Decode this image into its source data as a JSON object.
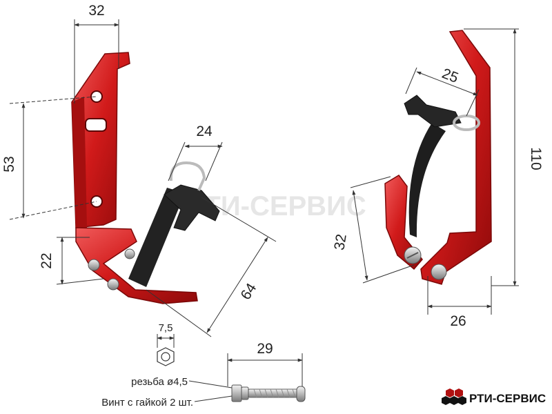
{
  "colors": {
    "part_red": "#d11a1a",
    "part_red_dark": "#8f0a0a",
    "part_red_light": "#f05a5a",
    "strap_black": "#222222",
    "metal": "#c9c9c9",
    "dim_line": "#333333",
    "watermark": "#e3e3e3"
  },
  "dimensions": {
    "left_width": "32",
    "left_hole_pitch": "53",
    "left_base_height": "22",
    "strap_width": "24",
    "strap_length": "64",
    "right_strap_width": "25",
    "right_height": "110",
    "right_jaw": "32",
    "right_base_width": "26",
    "nut_size": "7,5",
    "screw_length": "29"
  },
  "notes": {
    "thread": "резьба ø4,5",
    "screw_kit": "Винт с гайкой 2 шт."
  },
  "brand": {
    "name": "РТИ-СЕРВИС",
    "watermark": "РТИ-СЕРВИС",
    "logo_icon": "hexagon-cluster-icon"
  }
}
